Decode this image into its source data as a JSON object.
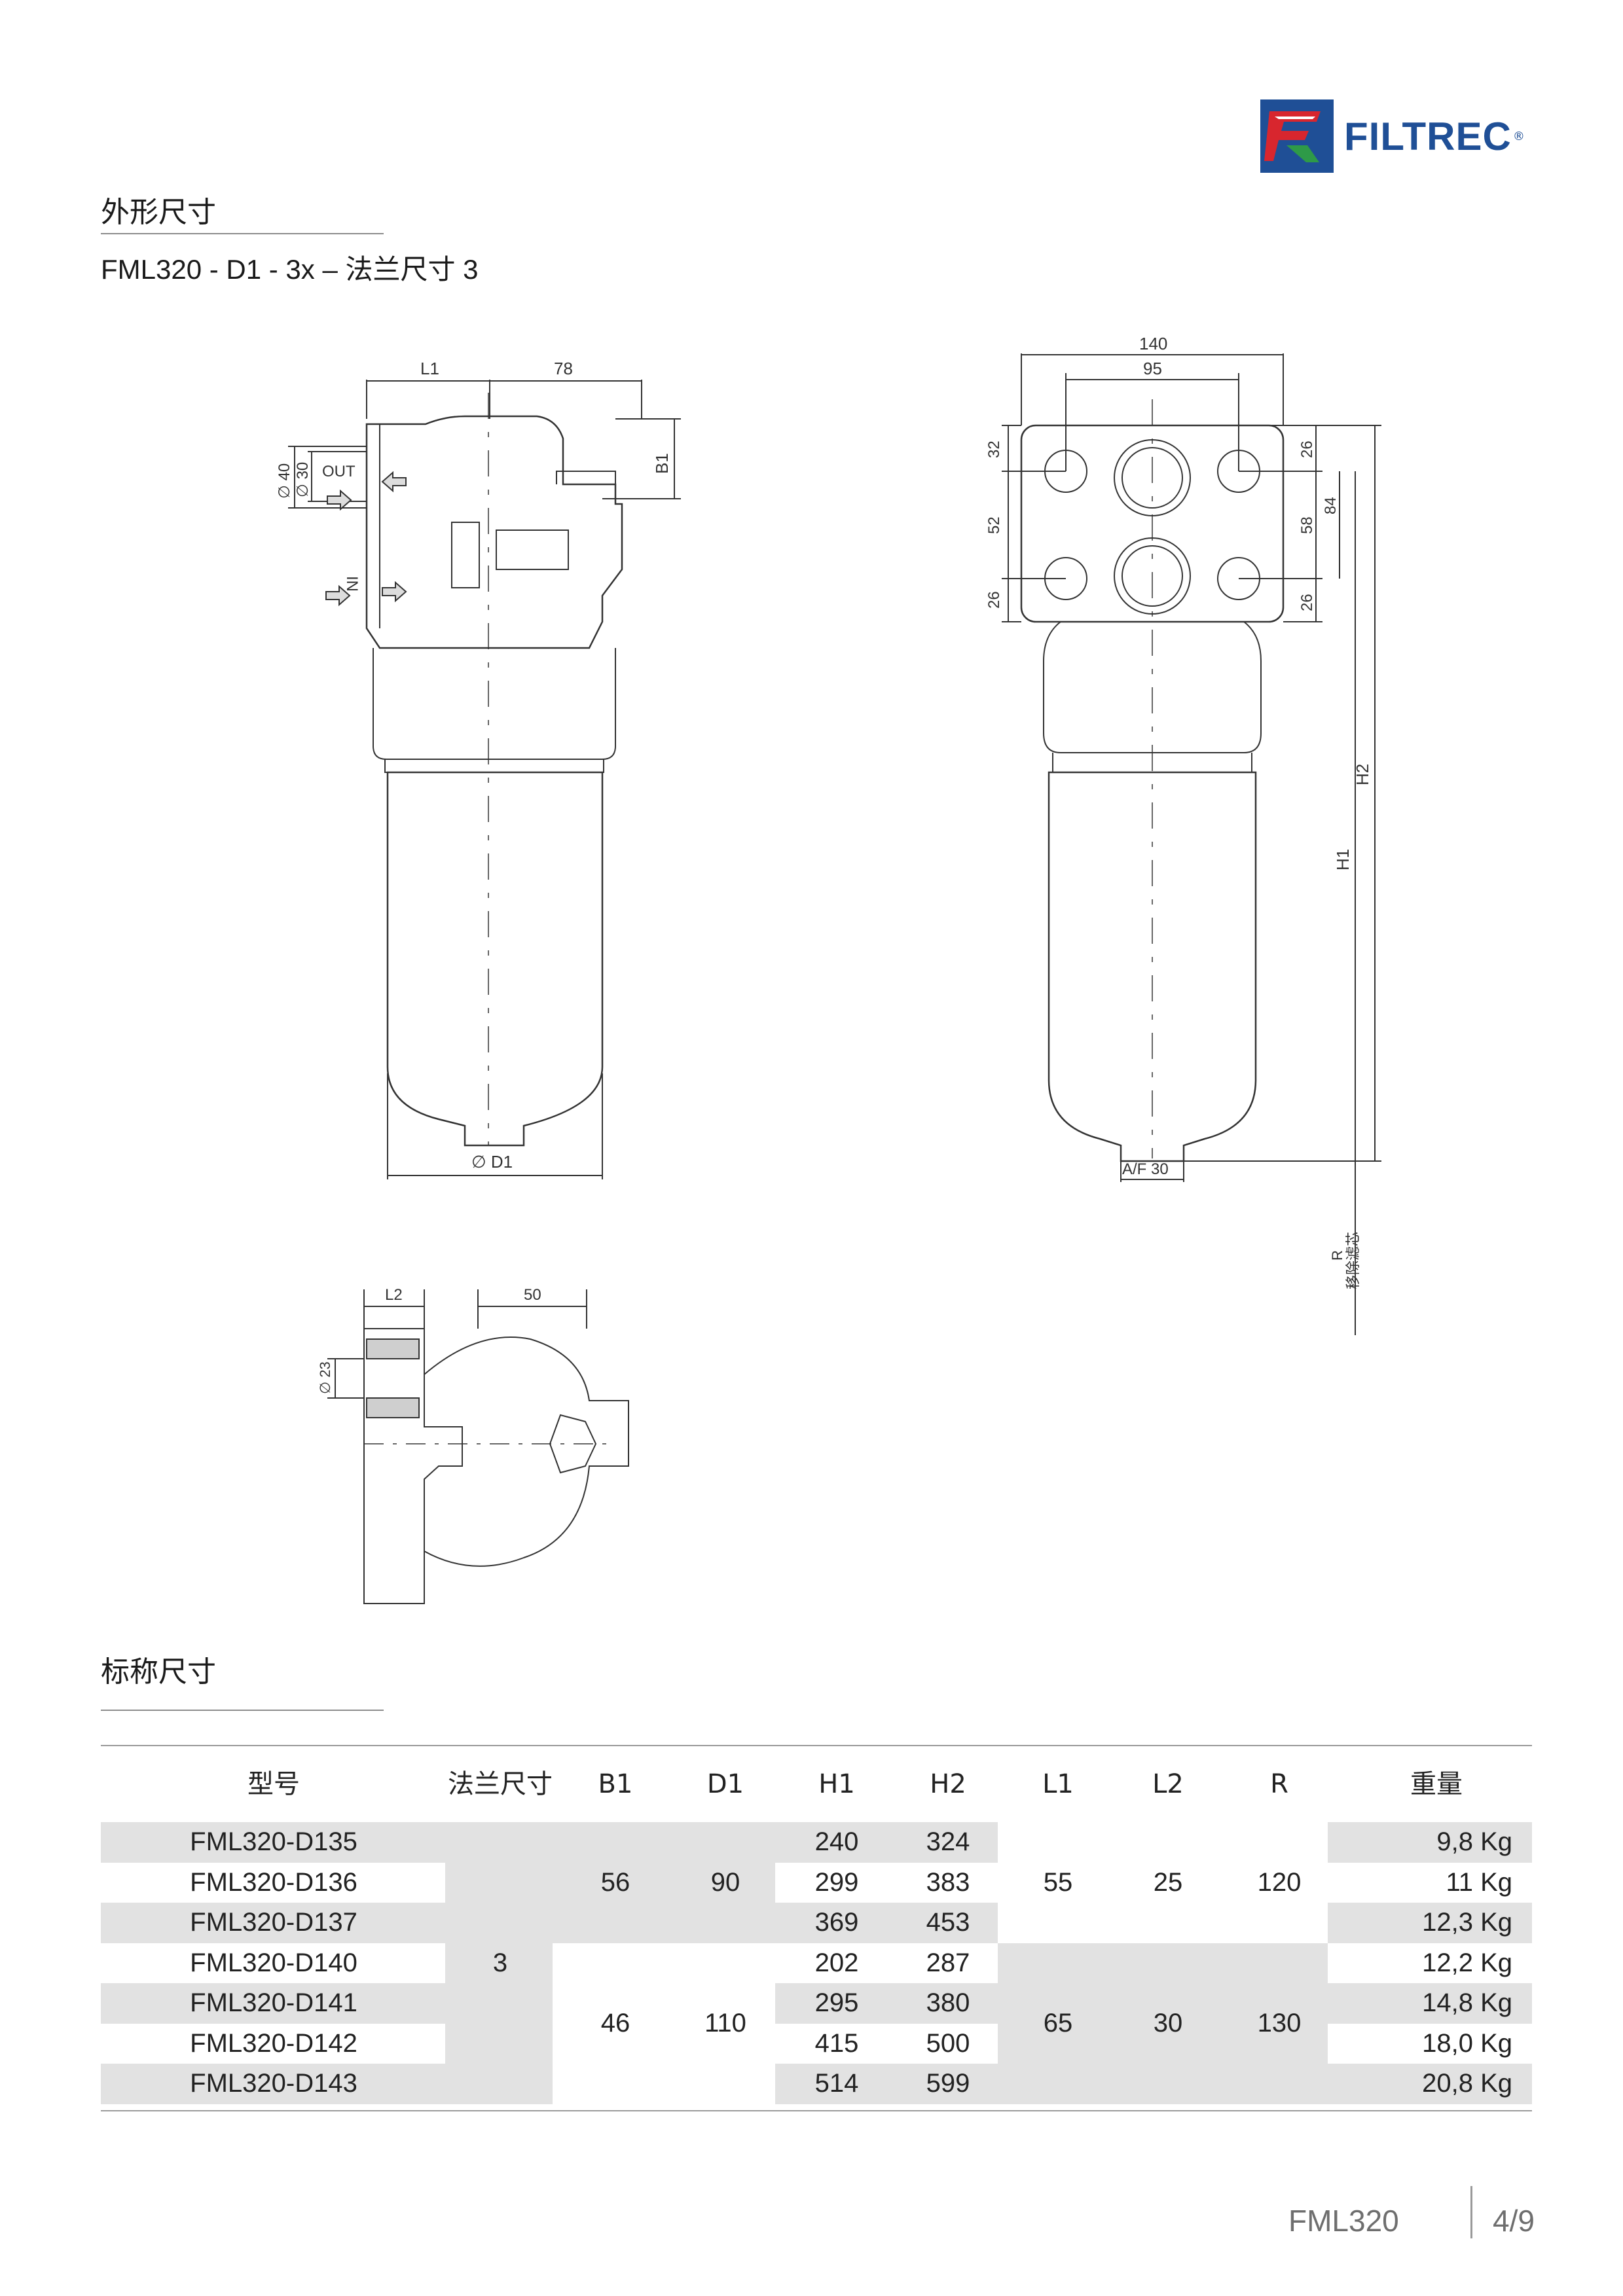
{
  "logo": {
    "brand": "FILTREC",
    "reg_mark": "®"
  },
  "section1": {
    "title": "外形尺寸",
    "subtitle": "FML320 - D1 - 3x – 法兰尺寸 3"
  },
  "drawing_side": {
    "dim_l1": "L1",
    "dim_78": "78",
    "dim_b1": "B1",
    "dim_d40": "∅ 40",
    "dim_d30": "∅ 30",
    "label_out": "OUT",
    "label_in": "IN",
    "dim_d1": "∅ D1"
  },
  "drawing_front": {
    "dim_140": "140",
    "dim_95": "95",
    "dim_32": "32",
    "dim_52": "52",
    "dim_26a": "26",
    "dim_26b": "26",
    "dim_58": "58",
    "dim_26c": "26",
    "dim_84": "84",
    "dim_h1": "H1",
    "dim_h2": "H2",
    "dim_af30": "A/F 30",
    "dim_r": "R",
    "note_r": "移除滤芯"
  },
  "drawing_top": {
    "dim_l2": "L2",
    "dim_50": "50",
    "dim_d23": "∅ 23"
  },
  "section2": {
    "title": "标称尺寸"
  },
  "table": {
    "headers": [
      "型号",
      "法兰尺寸",
      "B1",
      "D1",
      "H1",
      "H2",
      "L1",
      "L2",
      "R",
      "重量"
    ],
    "models": [
      "FML320-D135",
      "FML320-D136",
      "FML320-D137",
      "FML320-D140",
      "FML320-D141",
      "FML320-D142",
      "FML320-D143"
    ],
    "flange": "3",
    "groupA": {
      "b1": "56",
      "d1": "90",
      "l1": "55",
      "l2": "25",
      "r": "120"
    },
    "groupB": {
      "b1": "46",
      "d1": "110",
      "l1": "65",
      "l2": "30",
      "r": "130"
    },
    "h1": [
      "240",
      "299",
      "369",
      "202",
      "295",
      "415",
      "514"
    ],
    "h2": [
      "324",
      "383",
      "453",
      "287",
      "380",
      "500",
      "599"
    ],
    "weight": [
      "9,8 Kg",
      "11 Kg",
      "12,3 Kg",
      "12,2 Kg",
      "14,8 Kg",
      "18,0 Kg",
      "20,8 Kg"
    ]
  },
  "footer": {
    "doc": "FML320",
    "page": "4/9"
  },
  "colors": {
    "brand_blue": "#1f4f96",
    "brand_red": "#d8262e",
    "brand_green": "#2e9a48",
    "table_shade": "#e2e2e2"
  }
}
